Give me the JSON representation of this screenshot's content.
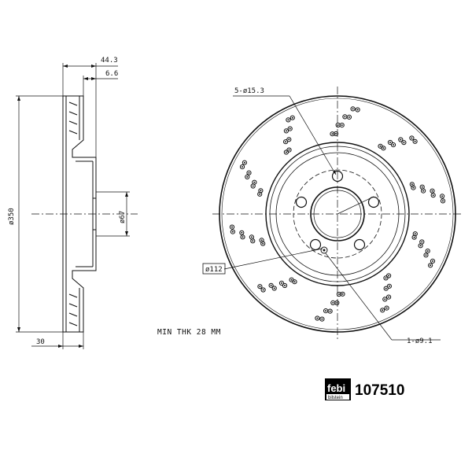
{
  "dimensions": {
    "total_width": "44.3",
    "hat_thickness": "6.6",
    "outer_diameter": "ø350",
    "center_bore": "ø67",
    "hub_offset": "30",
    "bolt_holes": "5-ø15.3",
    "bolt_circle": "ø112",
    "locating_hole": "1-ø9.1"
  },
  "note": {
    "min_thickness": "MIN THK 28 MM"
  },
  "brand": {
    "logo_top": "febi",
    "logo_bottom": "bilstein",
    "part_number": "107510"
  },
  "colors": {
    "line": "#111111",
    "background": "#ffffff"
  }
}
